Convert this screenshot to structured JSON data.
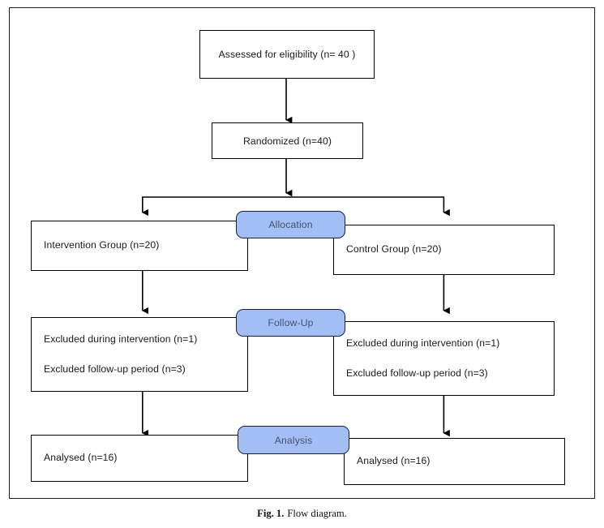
{
  "figure": {
    "caption_number": "Fig. 1.",
    "caption_text": "Flow diagram.",
    "colors": {
      "badge_fill": "#a3bdf5",
      "badge_border": "#16233f",
      "badge_text": "#41566f",
      "node_border": "#000000",
      "node_fill": "#ffffff",
      "connector": "#000000",
      "frame_border": "#231f20"
    }
  },
  "nodes": {
    "enrollment": {
      "label": "Assessed for eligibility (n= 40 )"
    },
    "randomized": {
      "label": "Randomized (n=40)"
    },
    "intervention_group": {
      "label": "Intervention Group (n=20)"
    },
    "control_group": {
      "label": "Control Group (n=20)"
    },
    "intervention_followup": {
      "line1": "Excluded during intervention (n=1)",
      "line2": "Excluded follow-up period (n=3)"
    },
    "control_followup": {
      "line1": "Excluded during intervention (n=1)",
      "line2": "Excluded follow-up period (n=3)"
    },
    "intervention_analysis": {
      "label": "Analysed (n=16)"
    },
    "control_analysis": {
      "label": "Analysed (n=16)"
    }
  },
  "stage_badges": [
    {
      "id": "allocation",
      "label": "Allocation"
    },
    {
      "id": "followup",
      "label": "Follow-Up"
    },
    {
      "id": "analysis",
      "label": "Analysis"
    }
  ]
}
